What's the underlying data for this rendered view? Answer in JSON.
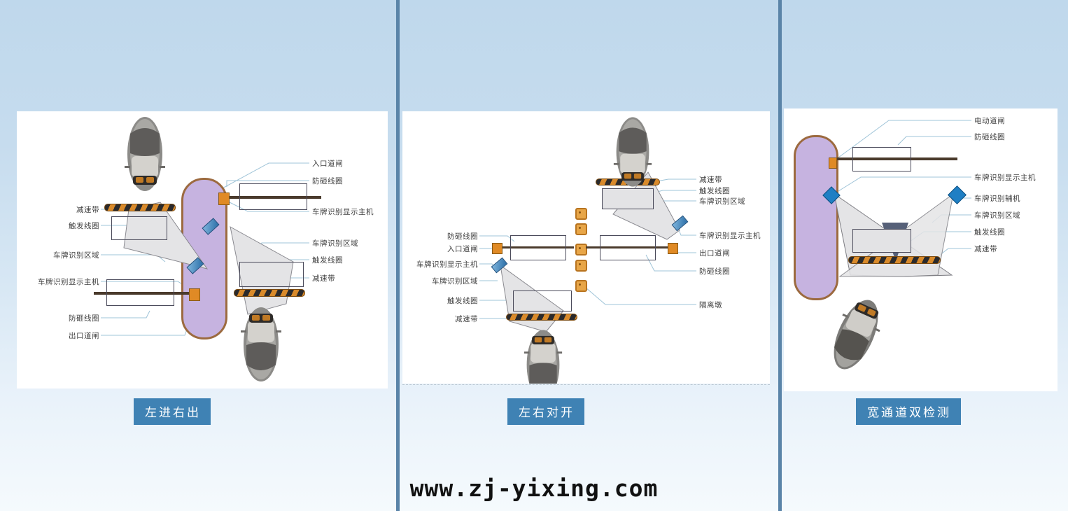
{
  "page": {
    "watermark": "www.zj-yixing.com",
    "background_top_color": "#bfd8ec",
    "background_bottom_color": "#f5fafd",
    "divider_color": "#5a84a8",
    "caption_bg_color": "#3f82b4",
    "caption_text_color": "#ffffff"
  },
  "panels": [
    {
      "caption": "左进右出",
      "labels_left": [
        "减速带",
        "触发线圈",
        "车牌识别区域",
        "车牌识别显示主机",
        "防砸线圈",
        "出口道闸"
      ],
      "labels_right": [
        "入口道闸",
        "防砸线圈",
        "车牌识别显示主机",
        "车牌识别区域",
        "触发线圈",
        "减速带"
      ]
    },
    {
      "caption": "左右对开",
      "labels_left": [
        "防砸线圈",
        "入口道闸",
        "车牌识别显示主机",
        "车牌识别区域",
        "触发线圈",
        "减速带"
      ],
      "labels_right": [
        "减速带",
        "触发线圈",
        "车牌识别区域",
        "车牌识别显示主机",
        "出口道闸",
        "防砸线圈",
        "隔离墩"
      ]
    },
    {
      "caption": "宽通道双检测",
      "labels_left": [],
      "labels_right": [
        "电动道闸",
        "防砸线圈",
        "车牌识别显示主机",
        "车牌识别辅机",
        "车牌识别区域",
        "触发线圈",
        "减速带"
      ]
    }
  ],
  "colors": {
    "island_fill": "#c6b3e0",
    "island_border": "#9c6a3f",
    "loop_stroke": "#4a4a5a",
    "cone_fill": "#e4e4e6",
    "camera_blue": "#2b6fa8",
    "bump_orange": "#d98a2a",
    "bollard_orange": "#e8a648",
    "label_color": "#3f3f3f"
  }
}
